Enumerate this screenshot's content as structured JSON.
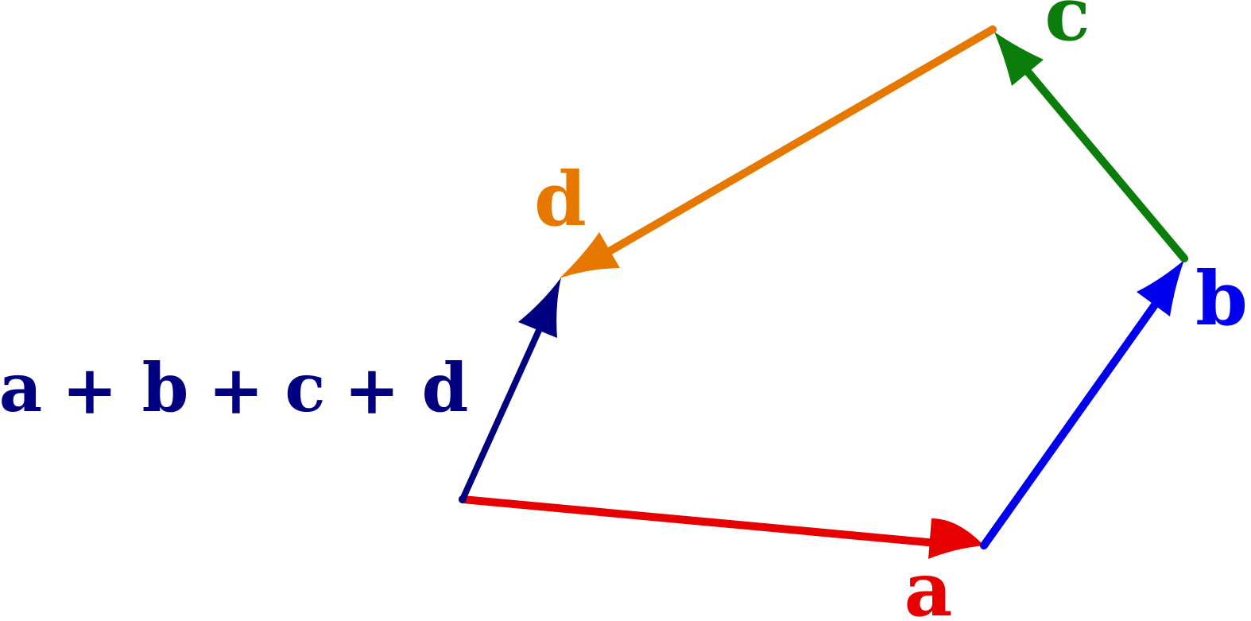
{
  "colors": {
    "a": "#e60000",
    "b": "#0000ee",
    "c": "#0a7d0a",
    "d": "#e67800",
    "sum": "#000080"
  },
  "labels": {
    "a": "a",
    "b": "b",
    "c": "c",
    "d": "d"
  },
  "sum_label": {
    "a": "a",
    "plus1": "+",
    "b": "b",
    "plus2": "+",
    "c": "c",
    "plus3": "+",
    "d": "d"
  }
}
